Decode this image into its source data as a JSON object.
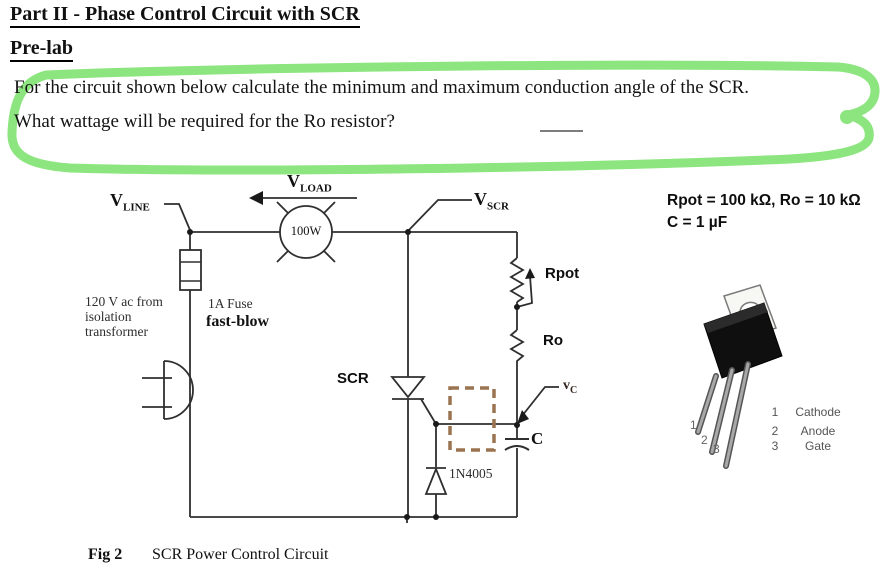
{
  "doc": {
    "title": "Part II - Phase Control Circuit with SCR",
    "prelab_heading": "Pre-lab",
    "question_line1": "For the circuit shown below calculate the minimum and maximum conduction angle of the SCR.",
    "question_line2": "What wattage will be required for the Ro resistor?",
    "fig_label": "Fig 2",
    "fig_caption": "SCR Power Control Circuit"
  },
  "circuit": {
    "v_line": {
      "main": "V",
      "sub": "LINE"
    },
    "v_load": {
      "main": "V",
      "sub": "LOAD"
    },
    "v_scr": {
      "main": "V",
      "sub": "SCR"
    },
    "v_c": {
      "main": "v",
      "sub": "C"
    },
    "lamp_rating": "100W",
    "source_note": {
      "line1": "120 V ac from",
      "line2": "isolation",
      "line3": "transformer"
    },
    "fuse_note": {
      "line1": "1A Fuse",
      "line2": "fast-blow"
    },
    "scr_label": "SCR",
    "diode_label": "1N4005",
    "rpot_label": "Rpot",
    "ro_label": "Ro",
    "cap_label": "C",
    "values": {
      "line1": "Rpot = 100 kΩ, Ro = 10 kΩ",
      "line2": "C = 1 µF"
    }
  },
  "package": {
    "pins": [
      {
        "number": "1",
        "name": "Cathode"
      },
      {
        "number": "2",
        "name": "Anode"
      },
      {
        "number": "3",
        "name": "Gate"
      }
    ]
  },
  "colors": {
    "highlight_green": "#8ce57e",
    "dashed_box_brown": "#9a7350",
    "wire": "#2f2f2f"
  }
}
